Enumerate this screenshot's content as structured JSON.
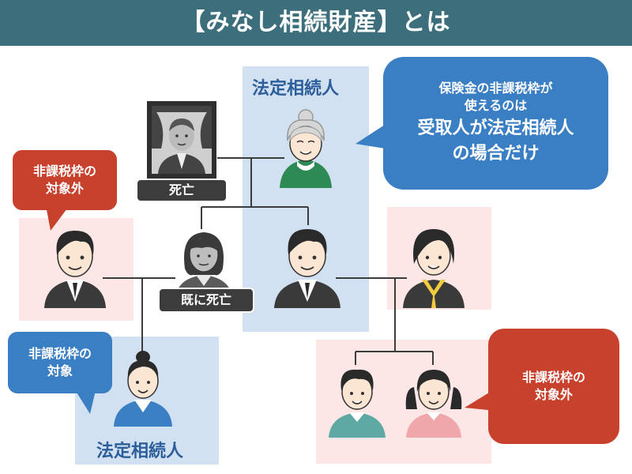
{
  "title": "【みなし相続財産】とは",
  "labels": {
    "legal_heir_top": "法定相続人",
    "legal_heir_bottom": "法定相続人"
  },
  "tags": {
    "deceased": "死亡",
    "predeceased": "既に死亡"
  },
  "callouts": {
    "main_line1": "保険金の非課税枠が",
    "main_line2": "使えるのは",
    "main_line3": "受取人が法定相続人",
    "main_line4": "の場合だけ",
    "excluded_left_line1": "非課税枠の",
    "excluded_left_line2": "対象外",
    "included_line1": "非課税枠の",
    "included_line2": "対象",
    "excluded_right_line1": "非課税枠の",
    "excluded_right_line2": "対象外"
  },
  "colors": {
    "header_bg": "#3d6e7c",
    "callout_blue": "#3a7ec4",
    "callout_red": "#c8412d",
    "zone_blue": "#d2e1f1",
    "zone_pink": "#fce6e6"
  }
}
